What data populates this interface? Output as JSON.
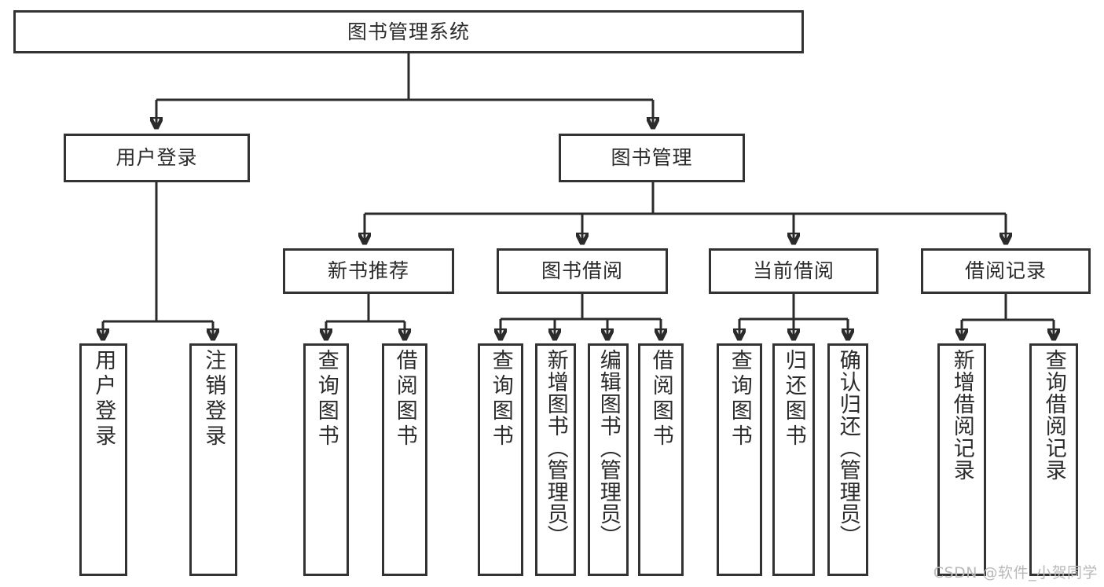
{
  "diagram": {
    "title": "图书管理系统",
    "type": "functional-structure-tree",
    "root": {
      "id": "root",
      "label": "图书管理系统"
    },
    "level2": [
      {
        "id": "user-login",
        "label": "用户登录"
      },
      {
        "id": "book-manage",
        "label": "图书管理"
      }
    ],
    "level3": [
      {
        "id": "new-book-recommend",
        "label": "新书推荐",
        "parent": "book-manage"
      },
      {
        "id": "book-borrow",
        "label": "图书借阅",
        "parent": "book-manage"
      },
      {
        "id": "current-borrow",
        "label": "当前借阅",
        "parent": "book-manage"
      },
      {
        "id": "borrow-record",
        "label": "借阅记录",
        "parent": "book-manage"
      }
    ],
    "leaves": [
      {
        "id": "leaf-user-login",
        "label": "用户登录",
        "parent": "user-login"
      },
      {
        "id": "leaf-logout-login",
        "label": "注销登录",
        "parent": "user-login"
      },
      {
        "id": "leaf-query-book-1",
        "label": "查询图书",
        "parent": "new-book-recommend"
      },
      {
        "id": "leaf-borrow-book-1",
        "label": "借阅图书",
        "parent": "new-book-recommend"
      },
      {
        "id": "leaf-query-book-2",
        "label": "查询图书",
        "parent": "book-borrow"
      },
      {
        "id": "leaf-add-book",
        "label": "新增图书（管理员）",
        "parent": "book-borrow"
      },
      {
        "id": "leaf-edit-book",
        "label": "编辑图书（管理员）",
        "parent": "book-borrow"
      },
      {
        "id": "leaf-borrow-book-2",
        "label": "借阅图书",
        "parent": "book-borrow"
      },
      {
        "id": "leaf-query-book-3",
        "label": "查询图书",
        "parent": "current-borrow"
      },
      {
        "id": "leaf-return-book",
        "label": "归还图书",
        "parent": "current-borrow"
      },
      {
        "id": "leaf-confirm-return",
        "label": "确认归还（管理员）",
        "parent": "current-borrow"
      },
      {
        "id": "leaf-add-record",
        "label": "新增借阅记录",
        "parent": "borrow-record"
      },
      {
        "id": "leaf-query-record",
        "label": "查询借阅记录",
        "parent": "borrow-record"
      }
    ]
  },
  "watermark": {
    "text": "CSDN @软件_小贺同学"
  },
  "colors": {
    "stroke": "#333333",
    "text": "#2b2b2b",
    "background": "#ffffff",
    "watermark": "#b9b9b9"
  }
}
